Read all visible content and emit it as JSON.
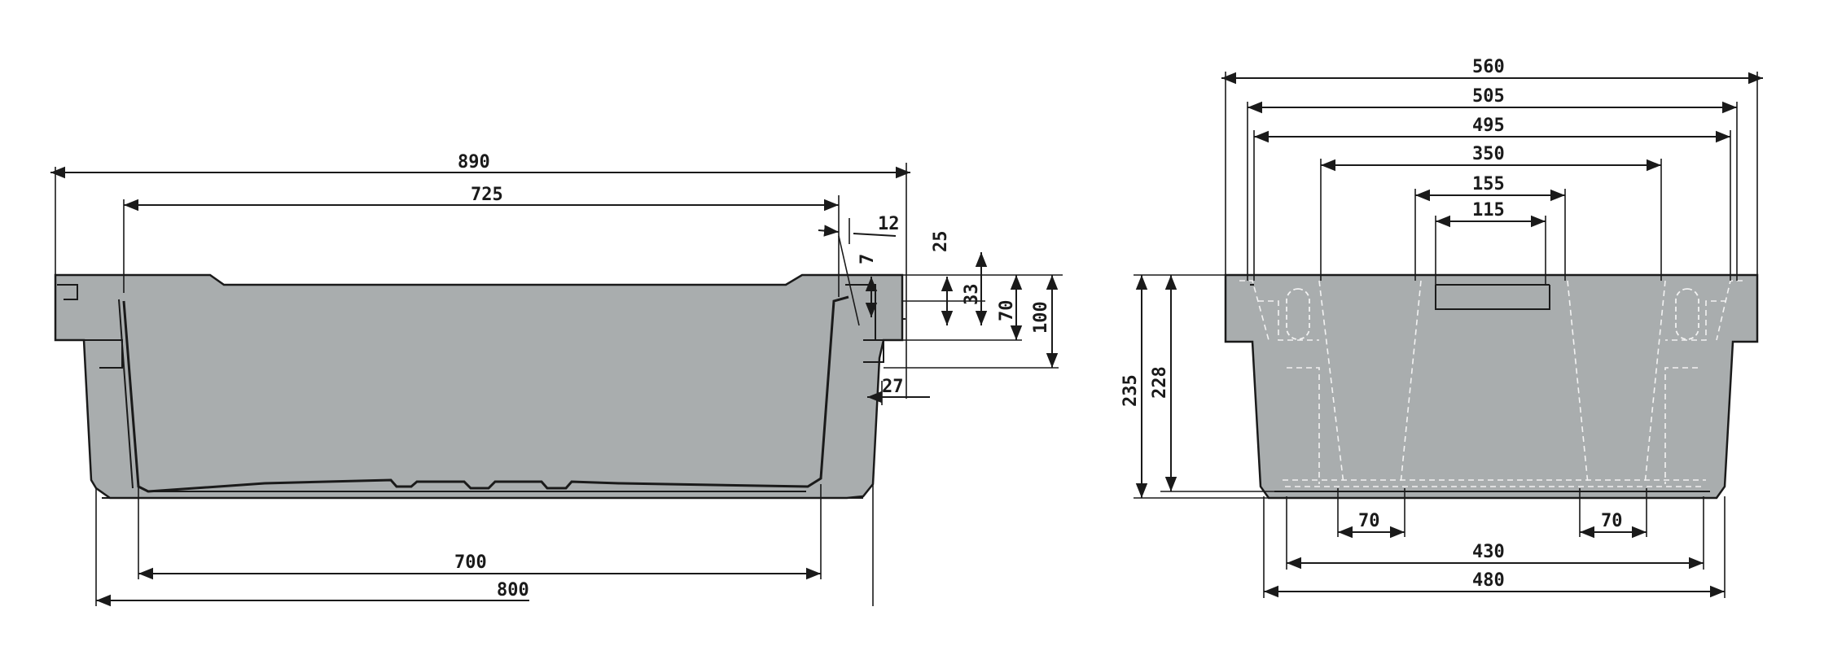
{
  "side_view": {
    "dims": {
      "overall_length": "890",
      "inner_top_length": "725",
      "bottom_inner_length": "700",
      "bottom_outer_length": "800",
      "rim_offset": "12",
      "rim_step": "7",
      "rim_depth": "25",
      "lip_height": "33",
      "handle_height": "70",
      "rim_height": "100",
      "wall_taper": "27"
    }
  },
  "end_view": {
    "dims": {
      "overall_width": "560",
      "width_505": "505",
      "width_495": "495",
      "width_350": "350",
      "handle_outer": "155",
      "handle_inner": "115",
      "total_height": "235",
      "inner_height": "228",
      "foot_left": "70",
      "foot_right": "70",
      "base_inner": "430",
      "base_outer": "480"
    }
  },
  "colors": {
    "body": "#a9adae",
    "line": "#1a1a1a"
  }
}
